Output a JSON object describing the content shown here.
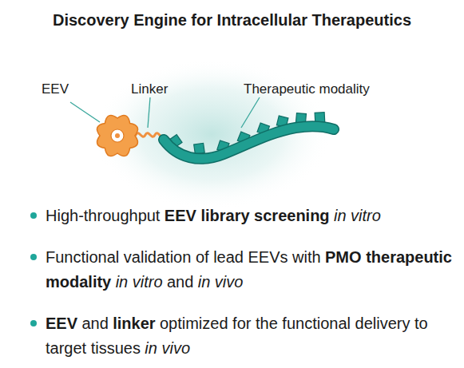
{
  "diagram": {
    "title": "Discovery Engine for Intracellular Therapeutics",
    "labels": [
      "EEV",
      "Linker",
      "Therapeutic modality",
      "High-throughput",
      "EEV library screening",
      "in vitro",
      "Functional validation of lead EEVs with",
      "PMO therapeutic modality",
      "in vitro",
      "and",
      "in vivo",
      "EEV",
      "and",
      "linker",
      "optimized for the functional delivery to target tissues",
      "in vivo"
    ]
  }
}
